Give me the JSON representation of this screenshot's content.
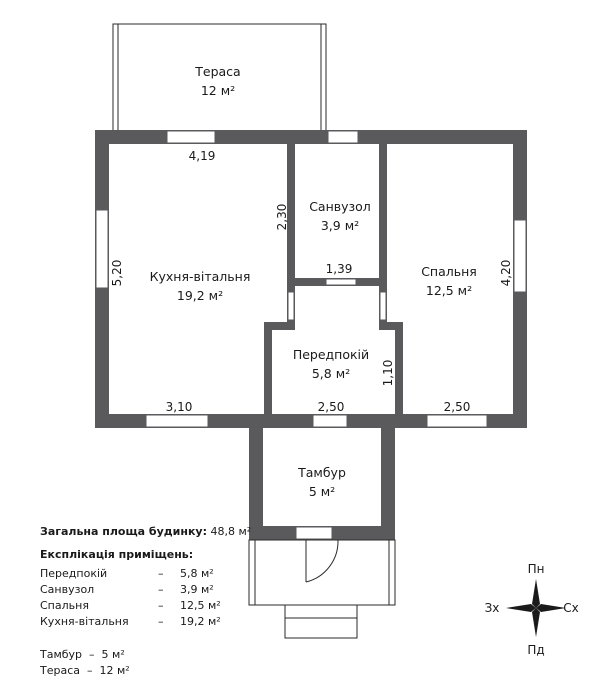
{
  "rooms": {
    "terrace": {
      "name": "Тераса",
      "area": "12 м²"
    },
    "bathroom": {
      "name": "Санвузол",
      "area": "3,9 м²"
    },
    "kitchen": {
      "name": "Кухня-вітальня",
      "area": "19,2 м²"
    },
    "bedroom": {
      "name": "Спальня",
      "area": "12,5 м²"
    },
    "hallway": {
      "name": "Передпокій",
      "area": "5,8 м²"
    },
    "vestibule": {
      "name": "Тамбур",
      "area": "5 м²"
    }
  },
  "dimensions": {
    "kitchen_top": "4,19",
    "bath_height": "2,30",
    "kitchen_height": "5,20",
    "bath_bottom": "1,39",
    "bedroom_height": "4,20",
    "hall_height": "1,10",
    "kitchen_bottom": "3,10",
    "hall_bottom": "2,50",
    "bedroom_bottom": "2,50"
  },
  "legend": {
    "total_label": "Загальна площа будинку:",
    "total_value": "48,8 м²",
    "explication_title": "Експлікація приміщень:",
    "items": [
      {
        "name": "Передпокій",
        "dash": "–",
        "area": "5,8 м²"
      },
      {
        "name": "Санвузол",
        "dash": "–",
        "area": "3,9 м²"
      },
      {
        "name": "Спальня",
        "dash": "–",
        "area": "12,5 м²"
      },
      {
        "name": "Кухня-вітальня",
        "dash": "–",
        "area": "19,2 м²"
      }
    ],
    "extra": [
      "Тамбур  –  5 м²",
      "Тераса  –  12 м²"
    ]
  },
  "compass": {
    "north": "Пн",
    "south": "Пд",
    "west": "Зх",
    "east": "Сх"
  },
  "colors": {
    "wall": "#5a5a5c",
    "line": "#2a2a2a"
  }
}
